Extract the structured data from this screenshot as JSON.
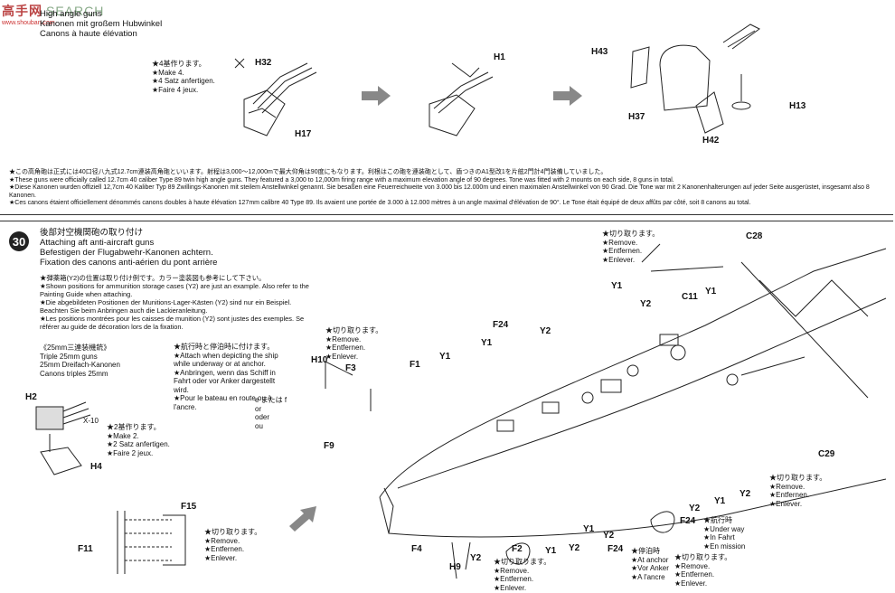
{
  "watermark": {
    "brand": "高手网",
    "sub": "SEARCH",
    "url": "www.shouban.com"
  },
  "top": {
    "header": "High angle guns\nKanonen mit großem Hubwinkel\nCanons à haute élévation",
    "make_note": "★4基作ります。\n★Make 4.\n★4 Satz anfertigen.\n★Faire 4 jeux.",
    "parts": {
      "h32": "H32",
      "h17": "H17",
      "h1": "H1",
      "h43": "H43",
      "h37": "H37",
      "h42": "H42",
      "h13": "H13"
    },
    "description": "★この高角砲は正式には40口径八九式12.7cm連装高角砲といいます。射程は3,000～12,000mで最大仰角は90度にもなります。利根はこの砲を連装砲として、盾つきのA1型改1を片舷2門計4門装備していました。\n★These guns were officially called 12.7cm 40 caliber Type 89 twin high angle guns. They featured a 3,000 to 12,000m firing range with a maximum elevation angle of 90 degrees. Tone was fitted with 2 mounts on each side, 8 guns in total.\n★Diese Kanonen wurden offiziell 12,7cm 40 Kaliber Typ 89 Zwillings-Kanonen mit steilem Anstellwinkel genannt. Sie besaßen eine Feuerreichweite von 3.000 bis 12.000m und einen maximalen Anstellwinkel von 90 Grad. Die Tone war mit 2 Kanonenhalterungen auf jeder Seite ausgerüstet, insgesamt also 8 Kanonen.\n★Ces canons étaient officiellement dénommés canons doubles à haute élévation 127mm calibre 40 Type 89. Ils avaient une portée de 3.000 à 12.000 mètres à un angle maximal d'élévation de 90°. Le Tone était équipé de deux affûts par côté, soit 8 canons au total."
  },
  "step30": {
    "number": "30",
    "header": "後部対空機関砲の取り付け\nAttaching aft anti-aircraft guns\nBefestigen der Flugabwehr-Kanonen achtern.\nFixation des canons anti-aérien du pont arrière",
    "ammo_note": "★弾薬箱(Y2)の位置は取り付け例です。カラー塗装図も参考にして下さい。\n★Shown positions for ammunition storage cases (Y2) are just an example. Also refer to the Painting Guide when attaching.\n★Die abgebildeten Positionen der Munitions-Lager-Kästen (Y2) sind nur ein Beispiel. Beachten Sie beim Anbringen auch die Lackieranleitung.\n★Les positions montrées pour les caisses de munition (Y2) sont justes des exemples. Se référer au guide de décoration lors de la fixation.",
    "triple_header": "《25mm三連装機銃》\nTriple 25mm guns\n25mm Dreifach-Kanonen\nCanons triples 25mm",
    "make2_note": "★2基作ります。\n★Make 2.\n★2 Satz anfertigen.\n★Faire 2 jeux.",
    "underway_note": "★航行時と停泊時に付けます。\n★Attach when depicting the ship while underway or at anchor.\n★Anbringen, wenn das Schiff in Fahrt oder vor Anker dargestellt wird.\n★Pour le bateau en route ou à l'ancre.",
    "option_text": "e または f\nor\noder\nou",
    "cut_note": "★切り取ります。\n★Remove.\n★Entfernen.\n★Enlever.",
    "underway_label": "★航行時\n★Under way\n★In Fahrt\n★En mission",
    "anchor_label": "★停泊時\n★At anchor\n★Vor Anker\n★A l'ancre",
    "parts": {
      "h2": "H2",
      "x10": "X-10",
      "h4": "H4",
      "f15": "F15",
      "f11": "F11",
      "h10": "H10",
      "f3": "F3",
      "f1": "F1",
      "f9": "F9",
      "f24": "F24",
      "y1": "Y1",
      "y2": "Y2",
      "c28": "C28",
      "c11": "C11",
      "c29": "C29",
      "f4": "F4",
      "h9": "H9",
      "f2": "F2"
    }
  }
}
